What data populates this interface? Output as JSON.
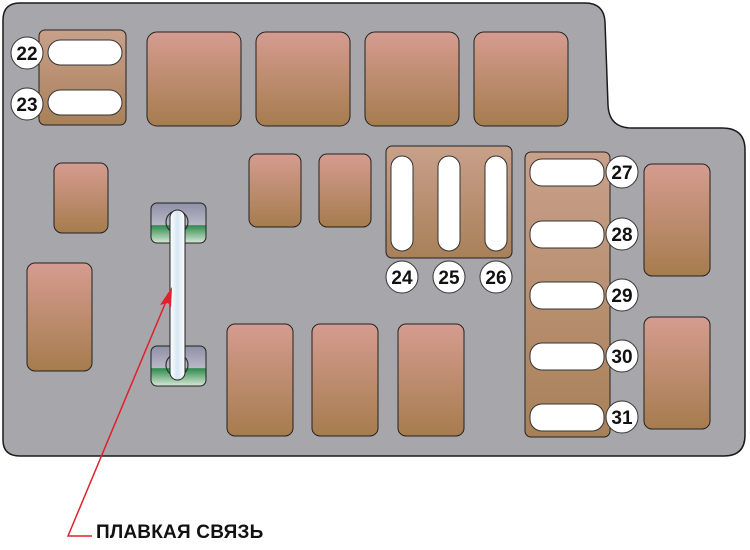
{
  "fuses": {
    "f22": "22",
    "f23": "23",
    "f24": "24",
    "f25": "25",
    "f26": "26",
    "f27": "27",
    "f28": "28",
    "f29": "29",
    "f30": "30",
    "f31": "31"
  },
  "caption": "ПЛАВКАЯ СВЯЗЬ",
  "colors": {
    "housing": "#a6a6ab",
    "relay_top": "#d49a8c",
    "relay_bottom": "#a87e50",
    "arrow": "#e0202a"
  }
}
